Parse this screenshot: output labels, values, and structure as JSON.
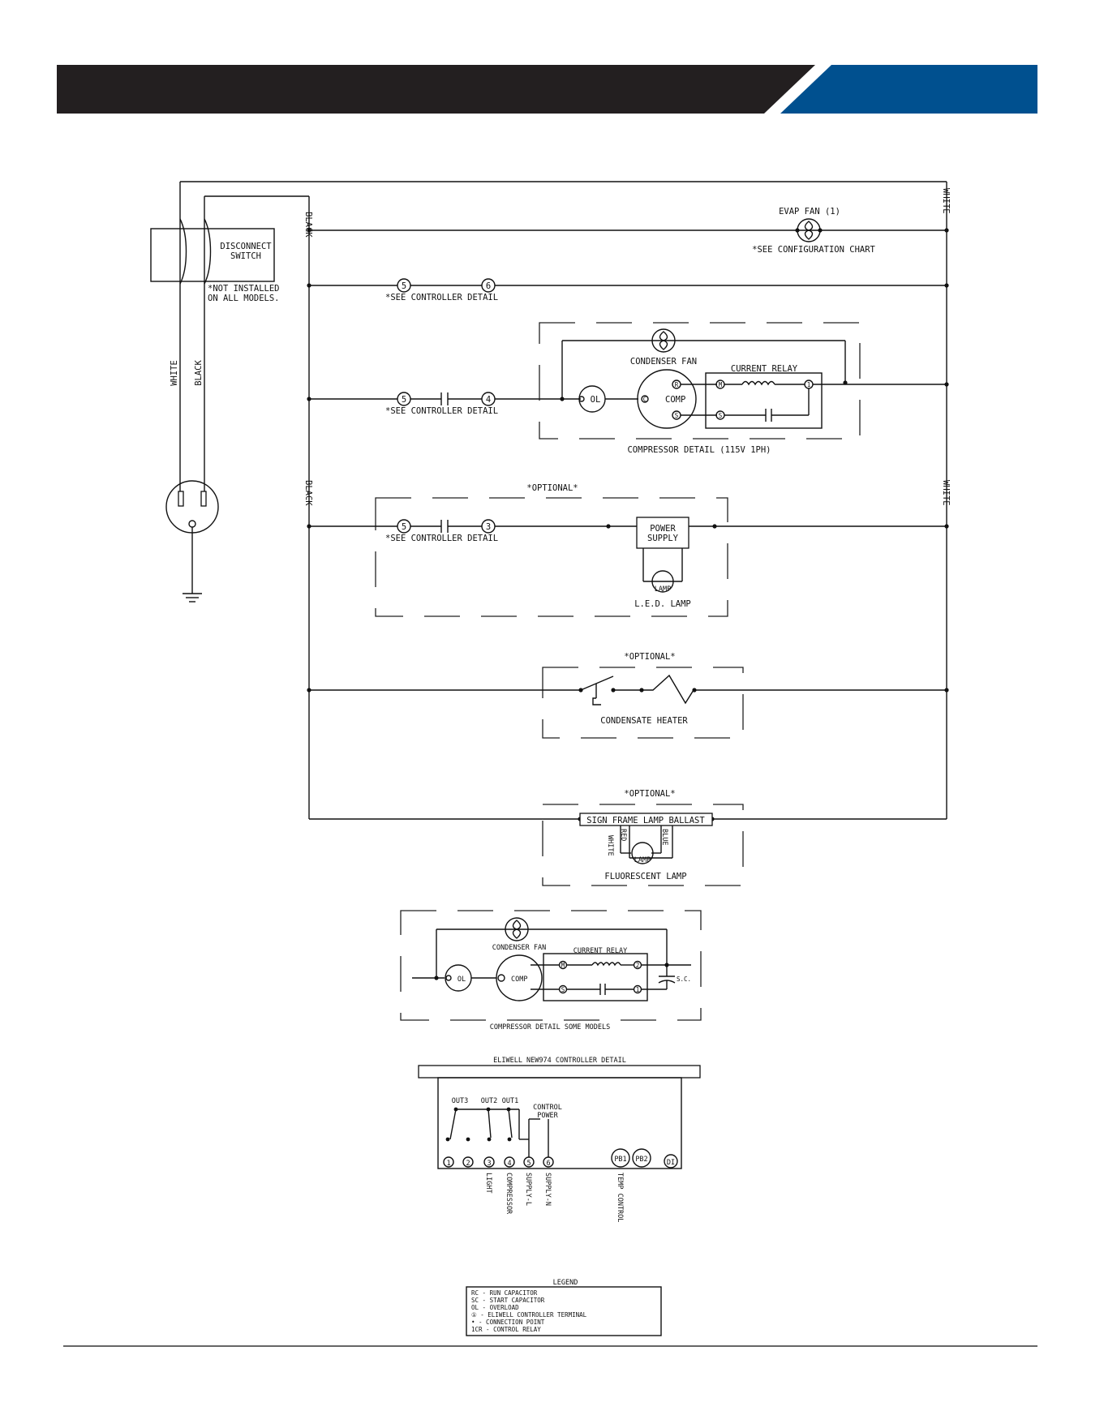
{
  "header": {
    "dark_color": "#231f20",
    "accent_color": "#00508f"
  },
  "main_diagram": {
    "black_label": "BLACK",
    "white_label": "WHITE",
    "disconnect_switch": "DISCONNECT\nSWITCH",
    "not_installed_note": "*NOT INSTALLED\nON ALL MODELS.",
    "cord_white": "WHITE",
    "cord_black": "BLACK",
    "evap_fan": "EVAP FAN (1)",
    "see_config_chart": "*SEE CONFIGURATION CHART",
    "see_controller_detail": "*SEE CONTROLLER DETAIL",
    "terminals": {
      "t3": "3",
      "t4": "4",
      "t5": "5",
      "t6": "6"
    },
    "condenser_fan": "CONDENSER FAN",
    "current_relay": "CURRENT RELAY",
    "ol": "OL",
    "comp": "COMP",
    "relay_m": "M",
    "relay_s": "S",
    "relay_1": "1",
    "comp_r": "R",
    "comp_s": "S",
    "comp_c": "C",
    "compressor_detail_115v": "COMPRESSOR DETAIL (115V 1PH)",
    "optional": "*OPTIONAL*",
    "power_supply": "POWER\nSUPPLY",
    "lamp": "LAMP",
    "led_lamp": "L.E.D. LAMP",
    "condensate_heater": "CONDENSATE HEATER",
    "sign_frame_ballast": "SIGN FRAME LAMP BALLAST",
    "wire_white": "WHITE",
    "wire_red": "RED",
    "wire_blue": "BLUE",
    "fluorescent_lamp": "FLUORESCENT LAMP"
  },
  "compressor_some_models": {
    "condenser_fan": "CONDENSER FAN",
    "current_relay": "CURRENT RELAY",
    "ol": "OL",
    "comp": "COMP",
    "sc": "S.C.",
    "relay_2": "2",
    "relay_1": "1",
    "relay_m": "M",
    "relay_s": "S",
    "title": "COMPRESSOR DETAIL SOME MODELS"
  },
  "controller": {
    "title": "ELIWELL NEW974 CONTROLLER DETAIL",
    "out3": "OUT3",
    "out2": "OUT2",
    "out1": "OUT1",
    "control_power": "CONTROL\nPOWER",
    "terminals": [
      "1",
      "2",
      "3",
      "4",
      "5",
      "6"
    ],
    "pb1": "PB1",
    "pb2": "PB2",
    "di": "DI",
    "labels": {
      "light": "LIGHT",
      "compressor": "COMPRESSOR",
      "supply_l": "SUPPLY-L",
      "supply_n": "SUPPLY-N",
      "temp_control": "TEMP CONTROL"
    }
  },
  "legend": {
    "title": "LEGEND",
    "items": [
      "RC - RUN CAPACITOR",
      "SC - START CAPACITOR",
      "OL - OVERLOAD",
      "① - ELIWELL CONTROLLER TERMINAL",
      "  • - CONNECTION POINT",
      "1CR - CONTROL RELAY"
    ]
  }
}
